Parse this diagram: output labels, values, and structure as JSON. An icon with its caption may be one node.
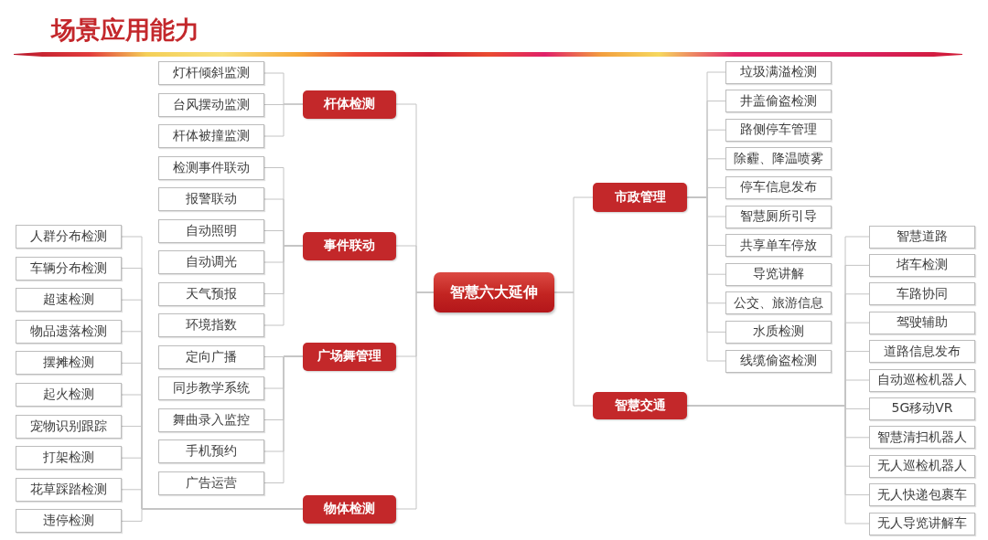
{
  "diagram": {
    "title": "场景应用能力",
    "nodes": [
      {
        "text": [
          "智慧六大延伸"
        ]
      },
      {
        "text": [
          "杆体检测"
        ]
      },
      {
        "text": [
          "灯杆倾斜监测"
        ]
      },
      {
        "text": [
          "台风摆动监测"
        ]
      },
      {
        "text": [
          "杆体被撞监测"
        ]
      },
      {
        "text": [
          "事件联动"
        ]
      },
      {
        "text": [
          "检测事件联动"
        ]
      },
      {
        "text": [
          "报警联动"
        ]
      },
      {
        "text": [
          "自动照明"
        ]
      },
      {
        "text": [
          "自动调光"
        ]
      },
      {
        "text": [
          "天气预报"
        ]
      },
      {
        "text": [
          "环境指数"
        ]
      },
      {
        "text": [
          "广场舞管理"
        ]
      },
      {
        "text": [
          "定向广播"
        ]
      },
      {
        "text": [
          "同步教学系统"
        ]
      },
      {
        "text": [
          "舞曲录入监控"
        ]
      },
      {
        "text": [
          "手机预约"
        ]
      },
      {
        "text": [
          "广告运营"
        ]
      },
      {
        "text": [
          "物体检测"
        ]
      },
      {
        "text": [
          "人群分布检测"
        ]
      },
      {
        "text": [
          "车辆分布检测"
        ]
      },
      {
        "text": [
          "超速检测"
        ]
      },
      {
        "text": [
          "物品遗落检测"
        ]
      },
      {
        "text": [
          "摆摊检测"
        ]
      },
      {
        "text": [
          "起火检测"
        ]
      },
      {
        "text": [
          "宠物识别跟踪"
        ]
      },
      {
        "text": [
          "打架检测"
        ]
      },
      {
        "text": [
          "花草踩踏检测"
        ]
      },
      {
        "text": [
          "违停检测"
        ]
      },
      {
        "text": [
          "市政管理"
        ]
      },
      {
        "text": [
          "垃圾满溢检测"
        ]
      },
      {
        "text": [
          "井盖偷盗检测"
        ]
      },
      {
        "text": [
          "路侧停车管理"
        ]
      },
      {
        "text": [
          "除霾、降温喷雾"
        ]
      },
      {
        "text": [
          "停车信息发布"
        ]
      },
      {
        "text": [
          "智慧厕所引导"
        ]
      },
      {
        "text": [
          "共享单车停放"
        ]
      },
      {
        "text": [
          "导览讲解"
        ]
      },
      {
        "text": [
          "公交、旅游信息"
        ]
      },
      {
        "text": [
          "水质检测"
        ]
      },
      {
        "text": [
          "线缆偷盗检测"
        ]
      },
      {
        "text": [
          "智慧交通"
        ]
      },
      {
        "text": [
          "智慧道路"
        ]
      },
      {
        "text": [
          "堵车检测"
        ]
      },
      {
        "text": [
          "车路协同"
        ]
      },
      {
        "text": [
          "驾驶辅助"
        ]
      },
      {
        "text": [
          "道路信息发布"
        ]
      },
      {
        "text": [
          "自动巡检机器人"
        ]
      },
      {
        "text": [
          "5G移动VR"
        ]
      },
      {
        "text": [
          "智慧清扫机器人"
        ]
      },
      {
        "text": [
          "无人巡检机器人"
        ]
      },
      {
        "text": [
          "无人快递包裹车"
        ]
      },
      {
        "text": [
          "无人导览讲解车"
        ]
      }
    ],
    "edges": [
      {
        "from": 0,
        "to": 1,
        "arrow": "none"
      },
      {
        "from": 0,
        "to": 5,
        "arrow": "none"
      },
      {
        "from": 0,
        "to": 12,
        "arrow": "none"
      },
      {
        "from": 0,
        "to": 18,
        "arrow": "none"
      },
      {
        "from": 0,
        "to": 29,
        "arrow": "none"
      },
      {
        "from": 0,
        "to": 41,
        "arrow": "none"
      },
      {
        "from": 1,
        "to": 2,
        "arrow": "none"
      },
      {
        "from": 1,
        "to": 3,
        "arrow": "none"
      },
      {
        "from": 1,
        "to": 4,
        "arrow": "none"
      },
      {
        "from": 5,
        "to": 6,
        "arrow": "none"
      },
      {
        "from": 5,
        "to": 7,
        "arrow": "none"
      },
      {
        "from": 5,
        "to": 8,
        "arrow": "none"
      },
      {
        "from": 5,
        "to": 9,
        "arrow": "none"
      },
      {
        "from": 5,
        "to": 10,
        "arrow": "none"
      },
      {
        "from": 5,
        "to": 11,
        "arrow": "none"
      },
      {
        "from": 12,
        "to": 13,
        "arrow": "none"
      },
      {
        "from": 12,
        "to": 14,
        "arrow": "none"
      },
      {
        "from": 12,
        "to": 15,
        "arrow": "none"
      },
      {
        "from": 12,
        "to": 16,
        "arrow": "none"
      },
      {
        "from": 12,
        "to": 17,
        "arrow": "none"
      },
      {
        "from": 18,
        "to": 19,
        "arrow": "none"
      },
      {
        "from": 18,
        "to": 20,
        "arrow": "none"
      },
      {
        "from": 18,
        "to": 21,
        "arrow": "none"
      },
      {
        "from": 18,
        "to": 22,
        "arrow": "none"
      },
      {
        "from": 18,
        "to": 23,
        "arrow": "none"
      },
      {
        "from": 18,
        "to": 24,
        "arrow": "none"
      },
      {
        "from": 18,
        "to": 25,
        "arrow": "none"
      },
      {
        "from": 18,
        "to": 26,
        "arrow": "none"
      },
      {
        "from": 18,
        "to": 27,
        "arrow": "none"
      },
      {
        "from": 18,
        "to": 28,
        "arrow": "none"
      },
      {
        "from": 29,
        "to": 30,
        "arrow": "none"
      },
      {
        "from": 29,
        "to": 31,
        "arrow": "none"
      },
      {
        "from": 29,
        "to": 32,
        "arrow": "none"
      },
      {
        "from": 29,
        "to": 33,
        "arrow": "none"
      },
      {
        "from": 29,
        "to": 34,
        "arrow": "none"
      },
      {
        "from": 29,
        "to": 35,
        "arrow": "none"
      },
      {
        "from": 29,
        "to": 36,
        "arrow": "none"
      },
      {
        "from": 29,
        "to": 37,
        "arrow": "none"
      },
      {
        "from": 29,
        "to": 38,
        "arrow": "none"
      },
      {
        "from": 29,
        "to": 39,
        "arrow": "none"
      },
      {
        "from": 29,
        "to": 40,
        "arrow": "none"
      },
      {
        "from": 41,
        "to": 42,
        "arrow": "none"
      },
      {
        "from": 41,
        "to": 43,
        "arrow": "none"
      },
      {
        "from": 41,
        "to": 44,
        "arrow": "none"
      },
      {
        "from": 41,
        "to": 45,
        "arrow": "none"
      },
      {
        "from": 41,
        "to": 46,
        "arrow": "none"
      },
      {
        "from": 41,
        "to": 47,
        "arrow": "none"
      },
      {
        "from": 41,
        "to": 48,
        "arrow": "none"
      },
      {
        "from": 41,
        "to": 49,
        "arrow": "none"
      },
      {
        "from": 41,
        "to": 50,
        "arrow": "none"
      },
      {
        "from": 41,
        "to": 51,
        "arrow": "none"
      },
      {
        "from": 41,
        "to": 52,
        "arrow": "none"
      }
    ]
  }
}
